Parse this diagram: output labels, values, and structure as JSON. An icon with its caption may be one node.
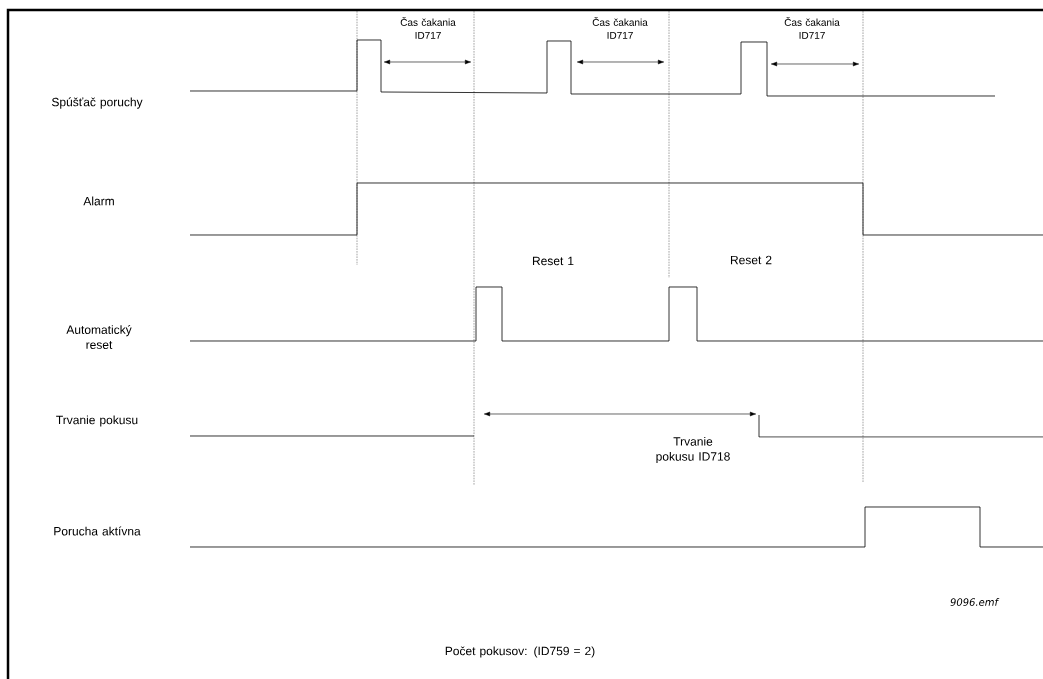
{
  "diagram": {
    "labels": [
      "Čas čakania ID717",
      "Čas čakania ID717",
      "Čas čakania ID717",
      "Spúšťač poruchy",
      "Alarm",
      "Reset 1",
      "Reset 2",
      "Automatický reset",
      "Trvanie pokusu",
      "Trvanie pokusu ID718",
      "Porucha aktívna",
      "9096.emf",
      "Počet pokusov: (ID759 = 2)"
    ]
  }
}
